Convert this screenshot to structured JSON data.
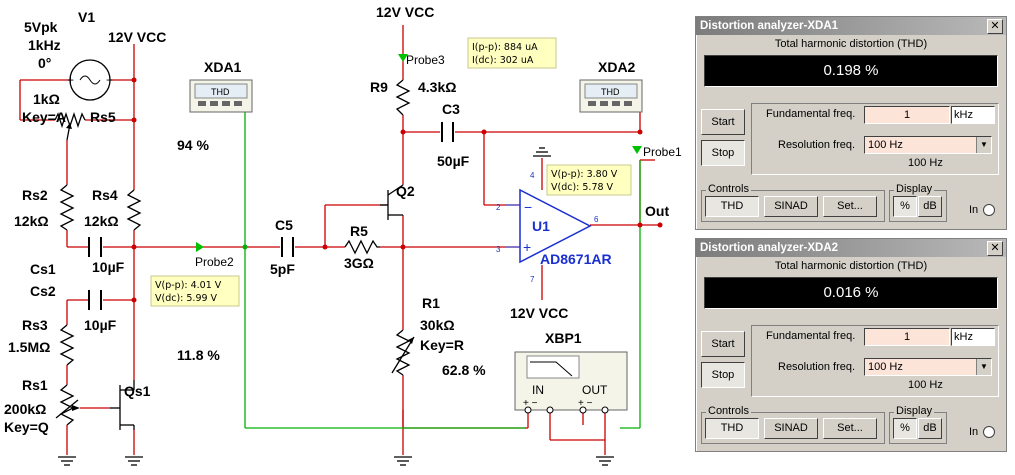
{
  "schematic": {
    "v1": {
      "name": "V1",
      "amp": "5Vpk",
      "freq": "1kHz",
      "phase": "0°"
    },
    "vcc_top_left": "12V VCC",
    "vcc_top_mid": "12V  VCC",
    "vcc_bottom": "12V VCC",
    "rs5": {
      "name": "Rs5",
      "value": "1kΩ",
      "key": "Key=A"
    },
    "rs2": {
      "name": "Rs2",
      "value": "12kΩ"
    },
    "rs4": {
      "name": "Rs4",
      "value": "12kΩ"
    },
    "cs1": {
      "name": "Cs1",
      "value": "10µF"
    },
    "cs2": {
      "name": "Cs2",
      "value": "10µF"
    },
    "rs3": {
      "name": "Rs3",
      "value": "1.5MΩ"
    },
    "rs1": {
      "name": "Rs1",
      "value": "200kΩ",
      "key": "Key=Q"
    },
    "qs1": "Qs1",
    "pct_94": "94 %",
    "pct_118": "11.8 %",
    "pct_628": "62.8 %",
    "xda1": "XDA1",
    "xda2": "XDA2",
    "thd": "THD",
    "c5": {
      "name": "C5",
      "value": "5pF"
    },
    "r5": {
      "name": "R5",
      "value": "3GΩ"
    },
    "r9": {
      "name": "R9",
      "value": "4.3kΩ"
    },
    "c3": {
      "name": "C3",
      "value": "50µF"
    },
    "q2": "Q2",
    "r1": {
      "name": "R1",
      "value": "30kΩ",
      "key": "Key=R"
    },
    "u1": {
      "name": "U1",
      "part": "AD8671AR"
    },
    "out": "Out",
    "xbp1": "XBP1",
    "xbp_in": "IN",
    "xbp_out": "OUT",
    "xbp_pm": "+  −",
    "probe1": "Probe1",
    "probe2": "Probe2",
    "probe3": "Probe3",
    "probe1_tip": [
      "V(p-p): 3.80 V",
      "V(dc): 5.78 V"
    ],
    "probe2_tip": [
      "V(p-p): 4.01 V",
      "V(dc): 5.99 V"
    ],
    "probe3_tip": [
      "I(p-p): 884 uA",
      "I(dc): 302 uA"
    ],
    "pins": {
      "p2": "2",
      "p3": "3",
      "p4": "4",
      "p6": "6",
      "p7": "7"
    },
    "colors": {
      "wire": "#cc0000",
      "green": "#00b000",
      "part": "#000000",
      "probe": "#00a000",
      "tipbg": "#ffffc0"
    }
  },
  "windows": [
    {
      "title": "Distortion analyzer-XDA1",
      "caption": "Total harmonic distortion (THD)",
      "reading": "0.198 %",
      "start": "Start",
      "stop": "Stop",
      "fund_label": "Fundamental freq.",
      "fund_value": "1",
      "fund_unit": "kHz",
      "res_label": "Resolution freq.",
      "res_value": "100 Hz",
      "res_readout": "100 Hz",
      "controls_label": "Controls",
      "ctl_thd": "THD",
      "ctl_sinad": "SINAD",
      "ctl_set": "Set...",
      "display_label": "Display",
      "disp_pct": "%",
      "disp_db": "dB",
      "in_label": "In"
    },
    {
      "title": "Distortion analyzer-XDA2",
      "caption": "Total harmonic distortion (THD)",
      "reading": "0.016 %",
      "start": "Start",
      "stop": "Stop",
      "fund_label": "Fundamental freq.",
      "fund_value": "1",
      "fund_unit": "kHz",
      "res_label": "Resolution freq.",
      "res_value": "100 Hz",
      "res_readout": "100 Hz",
      "controls_label": "Controls",
      "ctl_thd": "THD",
      "ctl_sinad": "SINAD",
      "ctl_set": "Set...",
      "display_label": "Display",
      "disp_pct": "%",
      "disp_db": "dB",
      "in_label": "In"
    }
  ]
}
